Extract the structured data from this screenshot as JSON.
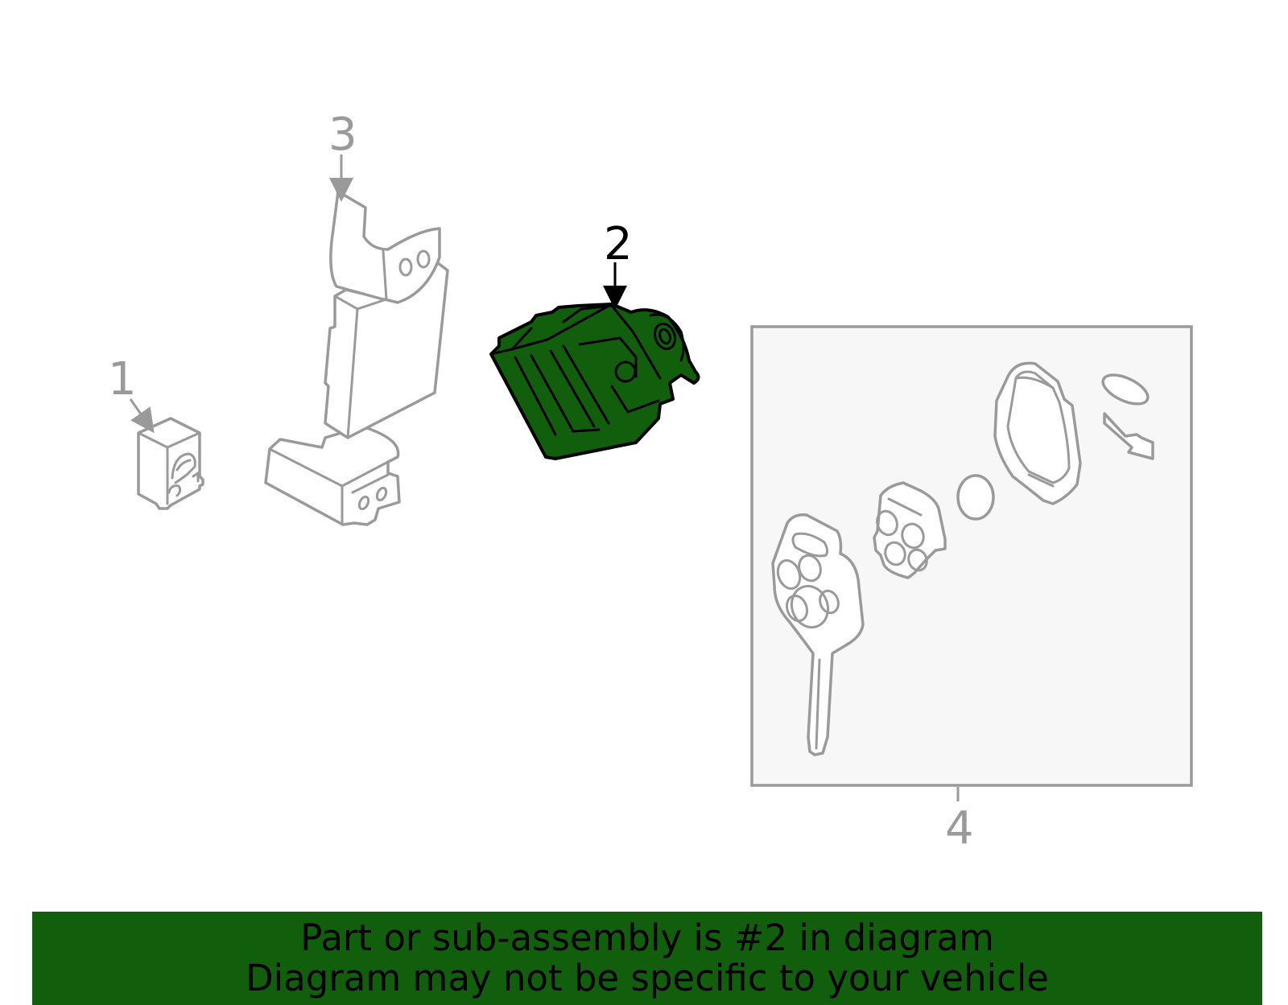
{
  "diagram": {
    "callouts": [
      {
        "label": "1",
        "highlighted": false
      },
      {
        "label": "2",
        "highlighted": true
      },
      {
        "label": "3",
        "highlighted": false
      },
      {
        "label": "4",
        "highlighted": false
      }
    ],
    "colors": {
      "highlight_fill": "#115e0d",
      "part_outline": "#9a9a9a",
      "highlight_outline": "#000000",
      "kit_box_fill": "#f7f7f7"
    }
  },
  "banner": {
    "line1": "Part or sub-assembly is #2 in diagram",
    "line2": "Diagram may not be specific to your vehicle"
  }
}
